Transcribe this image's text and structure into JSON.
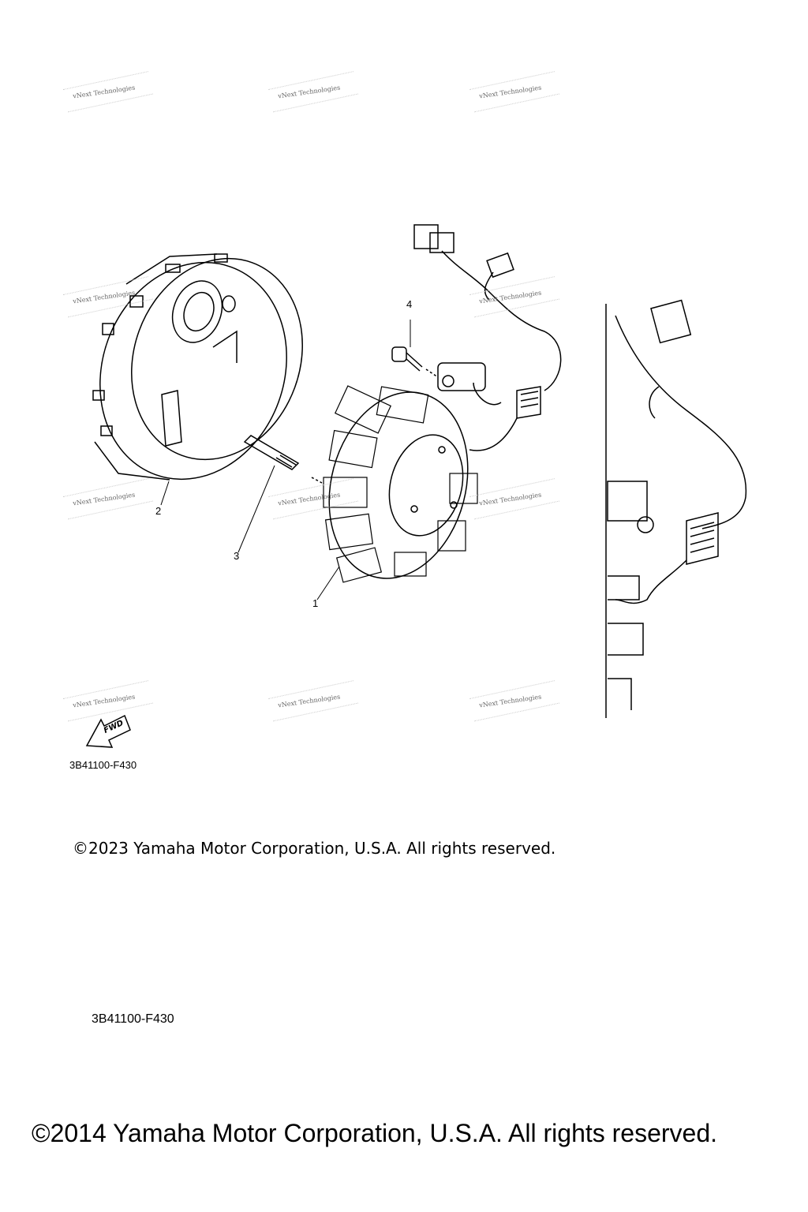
{
  "watermark_text": "vNext Technologies",
  "callouts": [
    "1",
    "2",
    "3",
    "4"
  ],
  "fwd_label": "FWD",
  "diagram_code": "3B41100-F430",
  "copyright_2023": "©2023 Yamaha Motor Corporation, U.S.A. All rights reserved.",
  "diagram_code_2": "3B41100-F430",
  "copyright_2014": "©2014 Yamaha Motor Corporation, U.S.A. All rights reserved."
}
